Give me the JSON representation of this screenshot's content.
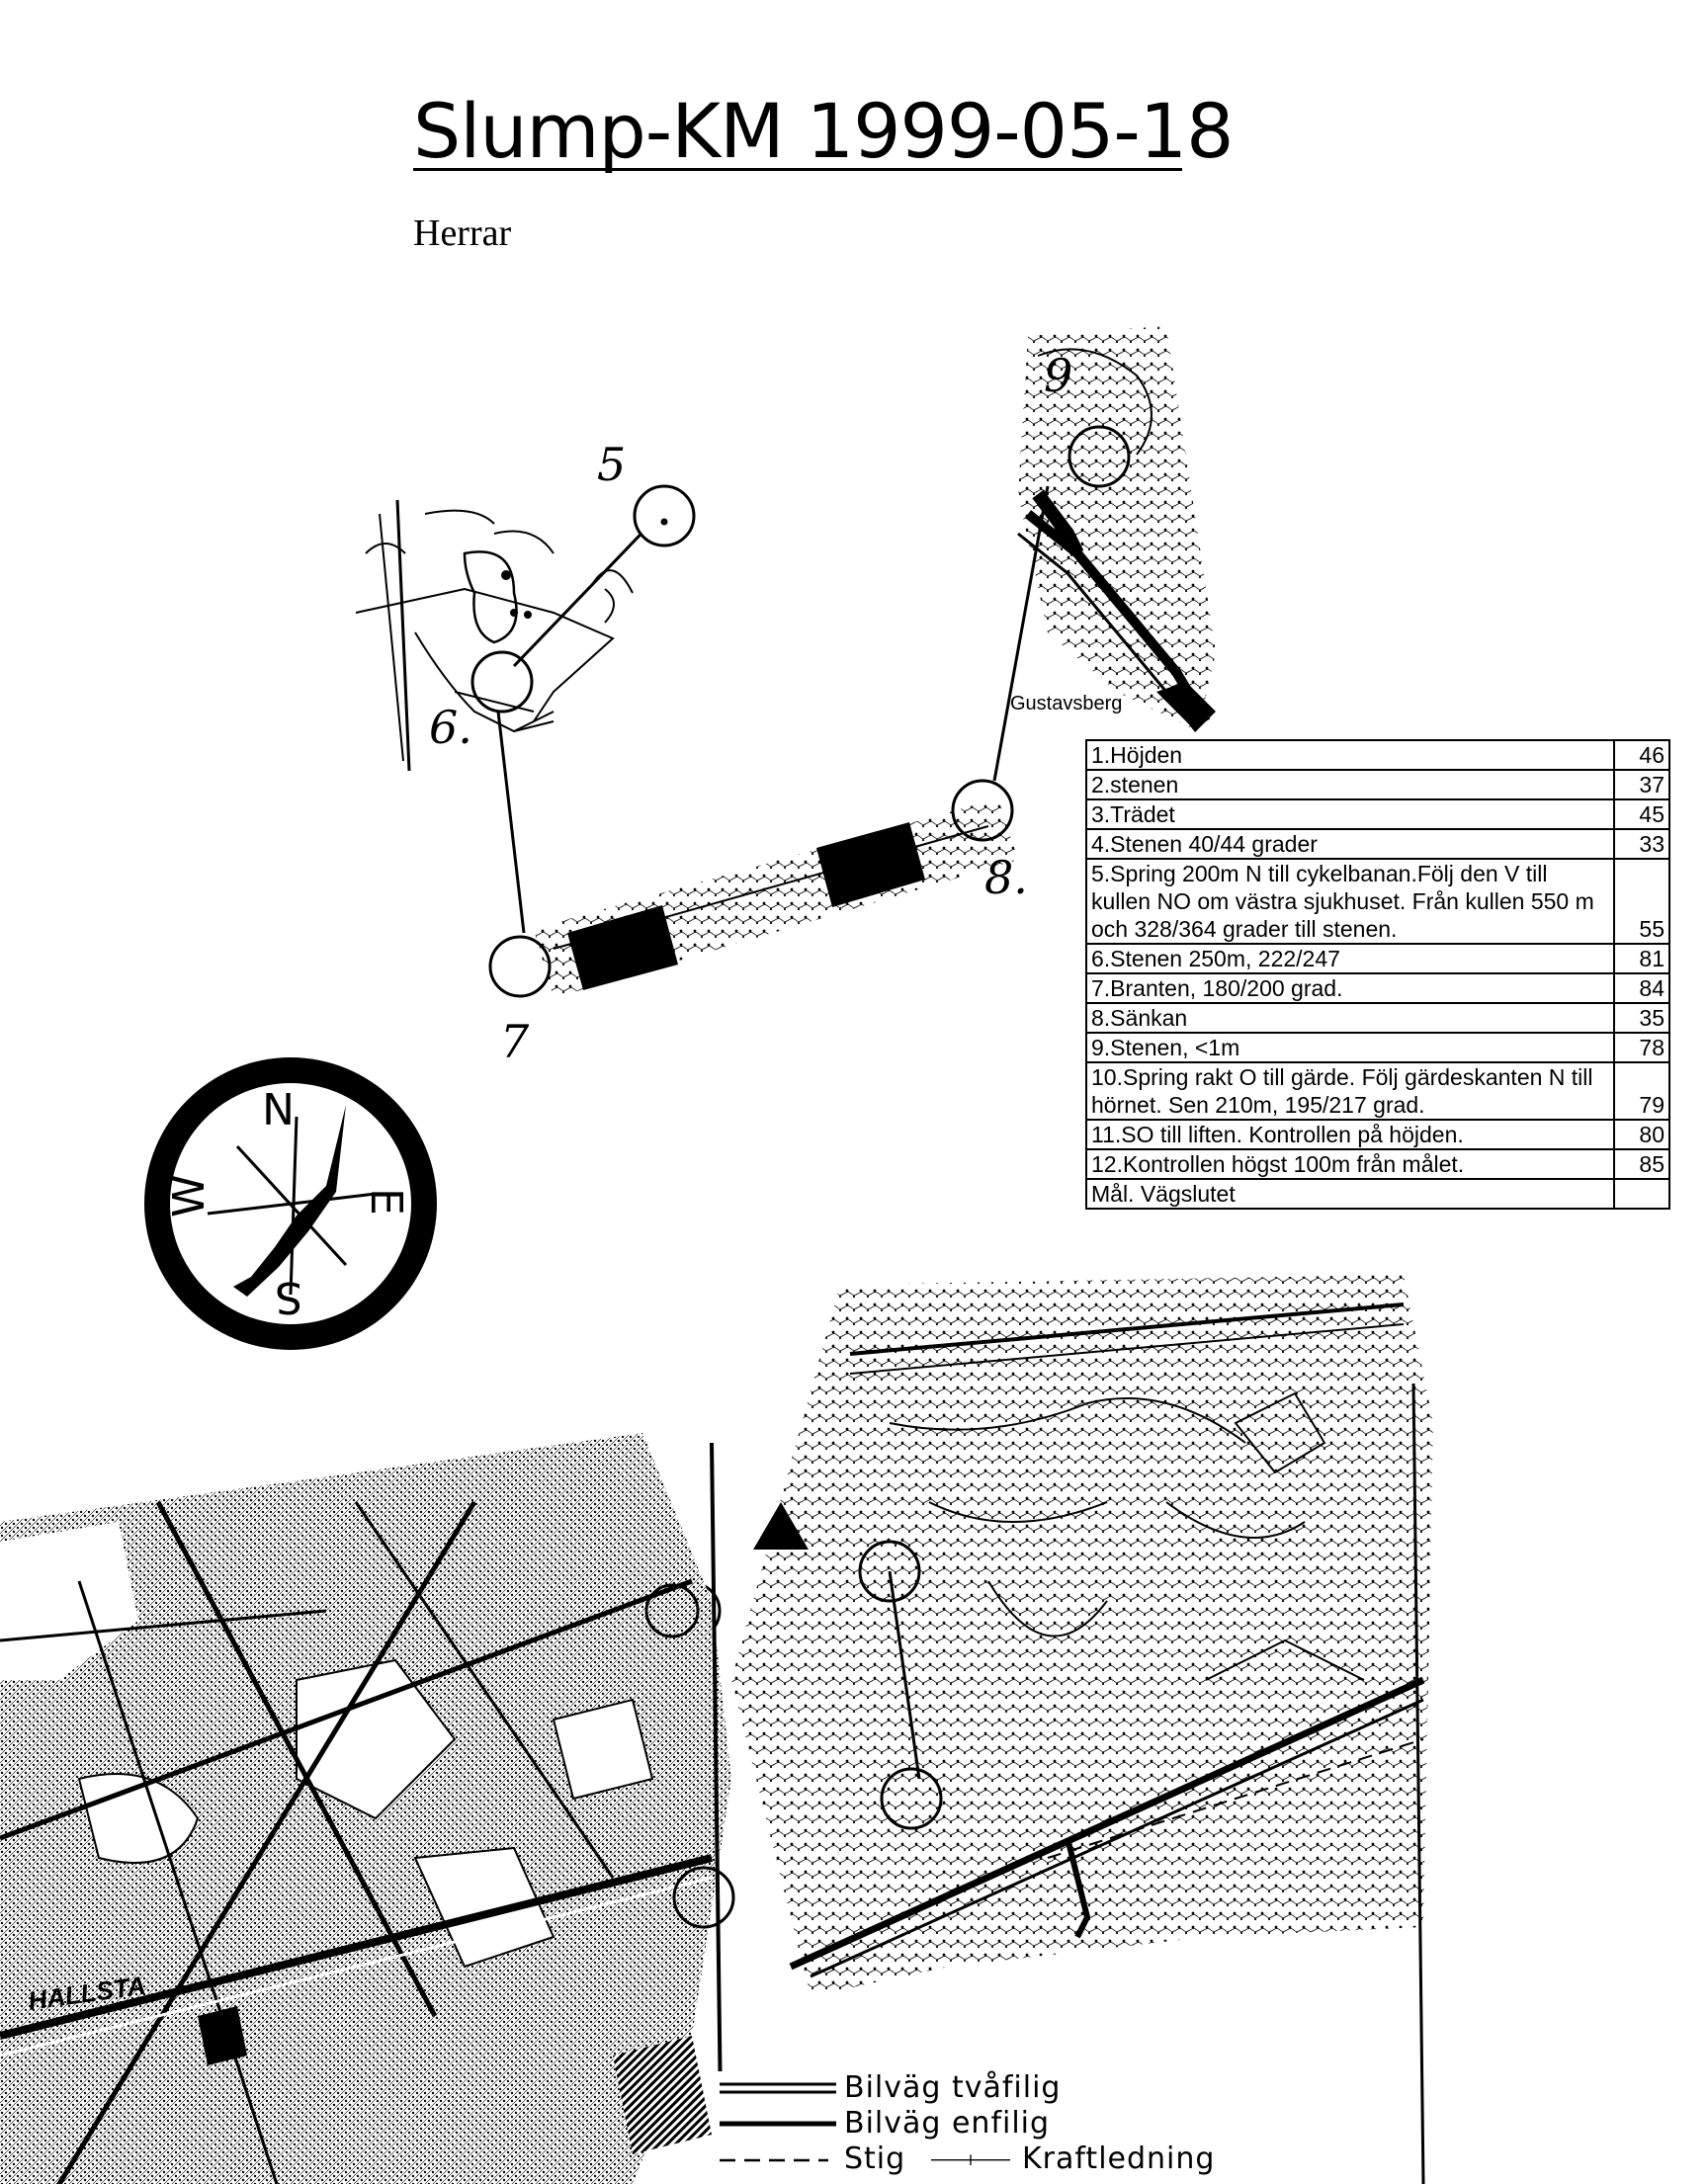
{
  "title": "Slump-KM 1999-05-18",
  "class_label": "Herrar",
  "map_labels": {
    "gustavsberg": "Gustavsberg",
    "hallsta": "HALLSTA"
  },
  "controls_drawn": [
    {
      "number": "5"
    },
    {
      "number": "6."
    },
    {
      "number": "7"
    },
    {
      "number": "8."
    },
    {
      "number": "9"
    }
  ],
  "control_descriptions": [
    {
      "description": "1.Höjden",
      "code": "46"
    },
    {
      "description": "2.stenen",
      "code": "37"
    },
    {
      "description": "3.Trädet",
      "code": "45"
    },
    {
      "description": "4.Stenen 40/44 grader",
      "code": "33"
    },
    {
      "description": "5.Spring 200m N till cykelbanan.Följ den V till kullen NO om västra sjukhuset. Från kullen 550 m och 328/364 grader till stenen.",
      "code": "55"
    },
    {
      "description": "6.Stenen 250m, 222/247",
      "code": "81"
    },
    {
      "description": "7.Branten, 180/200 grad.",
      "code": "84"
    },
    {
      "description": "8.Sänkan",
      "code": "35"
    },
    {
      "description": "9.Stenen, <1m",
      "code": "78"
    },
    {
      "description": "10.Spring rakt O till gärde. Följ gärdeskanten N till hörnet. Sen 210m, 195/217 grad.",
      "code": "79"
    },
    {
      "description": "11.SO till liften. Kontrollen på höjden.",
      "code": "80"
    },
    {
      "description": "12.Kontrollen högst 100m från målet.",
      "code": "85"
    },
    {
      "description": "Mål. Vägslutet",
      "code": ""
    }
  ],
  "compass_letters": {
    "north": "N",
    "east": "E",
    "south": "S",
    "west": "W"
  },
  "legend": [
    {
      "symbol": "road-two-lane-symbol",
      "label": "Bilväg tvåfilig"
    },
    {
      "symbol": "road-single-lane-symbol",
      "label": "Bilväg enfilig"
    },
    {
      "symbol": "path-symbol",
      "label": "Stig"
    },
    {
      "symbol": "power-line-symbol",
      "label": "Kraftledning"
    }
  ],
  "colors": {
    "ink": "#000000",
    "paper": "#ffffff",
    "terrain": "#555555"
  }
}
